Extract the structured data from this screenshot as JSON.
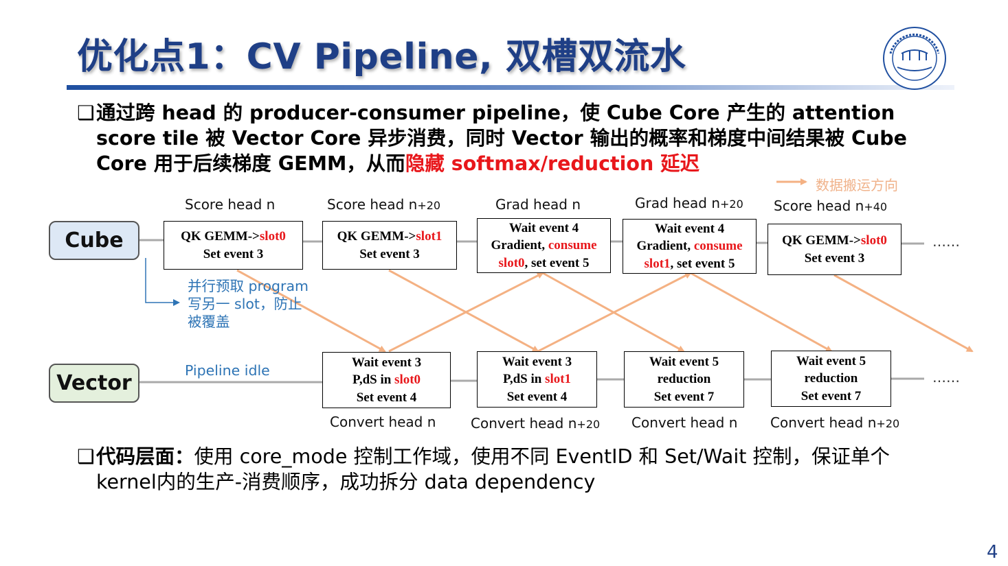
{
  "title": "优化点1：CV Pipeline, 双槽双流水",
  "bullet1": {
    "mark": "❑",
    "text_a": "通过跨 head 的 producer-consumer pipeline，使 Cube Core 产生的 attention score tile 被 Vector Core 异步消费，同时 Vector 输出的概率和梯度中间结果被 Cube Core 用于后续梯度 GEMM，从而",
    "text_red": "隐藏 softmax/reduction 延迟"
  },
  "legend": {
    "label": "数据搬运方向"
  },
  "lanes": {
    "cube": "Cube",
    "vector": "Vector"
  },
  "cube_labels": [
    {
      "main": "Score head n",
      "sub": ""
    },
    {
      "main": "Score head n",
      "sub": "+20"
    },
    {
      "main": "Grad head n",
      "sub": ""
    },
    {
      "main": "Grad head n",
      "sub": "+20"
    },
    {
      "main": "Score head n",
      "sub": "+40"
    }
  ],
  "cube_boxes": [
    {
      "l1a": "QK GEMM->",
      "l1b": "slot0",
      "l2a": "Set event 3",
      "l2b": "",
      "l3a": "",
      "l3b": ""
    },
    {
      "l1a": "QK GEMM->",
      "l1b": "slot1",
      "l2a": "Set event 3",
      "l2b": "",
      "l3a": "",
      "l3b": ""
    },
    {
      "l1a": "Wait event 4",
      "l1b": "",
      "l2a": "Gradient, ",
      "l2b": "consume",
      "l3b": "slot0",
      "l3a": ", set event 5"
    },
    {
      "l1a": "Wait event 4",
      "l1b": "",
      "l2a": "Gradient, ",
      "l2b": "consume",
      "l3b": "slot1",
      "l3a": ", set event 5"
    },
    {
      "l1a": "QK GEMM->",
      "l1b": "slot0",
      "l2a": "Set event 3",
      "l2b": "",
      "l3a": "",
      "l3b": ""
    }
  ],
  "vector_boxes": [
    {
      "l1": "Wait event 3",
      "l2a": "P,dS in ",
      "l2b": "slot0",
      "l3": "Set event 4"
    },
    {
      "l1": "Wait event 3",
      "l2a": "P,dS in ",
      "l2b": "slot1",
      "l3": "Set event 4"
    },
    {
      "l1": "Wait event 5",
      "l2a": "reduction",
      "l2b": "",
      "l3": "Set event 7"
    },
    {
      "l1": "Wait event 5",
      "l2a": "reduction",
      "l2b": "",
      "l3": "Set event 7"
    }
  ],
  "vector_labels": [
    {
      "main": "Convert head n",
      "sub": ""
    },
    {
      "main": "Convert head n",
      "sub": "+20"
    },
    {
      "main": "Convert head n",
      "sub": ""
    },
    {
      "main": "Convert head n",
      "sub": "+20"
    }
  ],
  "prefetch_note": [
    "并行预取 program",
    "写另一 slot，防止",
    "被覆盖"
  ],
  "idle_note": "Pipeline idle",
  "ellipsis": "……",
  "bullet2": {
    "mark": "❑",
    "lead": "代码层面：",
    "text": "使用 core_mode 控制工作域，使用不同 EventID 和 Set/Wait 控制，保证单个kernel内的生产-消费顺序，成功拆分 data dependency"
  },
  "page_number": "4",
  "colors": {
    "title": "#1f3f86",
    "highlight": "#e8171b",
    "arrow": "#f4b183",
    "note": "#2e74b5",
    "cube_lane": "#dde8f5",
    "vector_lane": "#e4f0dd"
  }
}
